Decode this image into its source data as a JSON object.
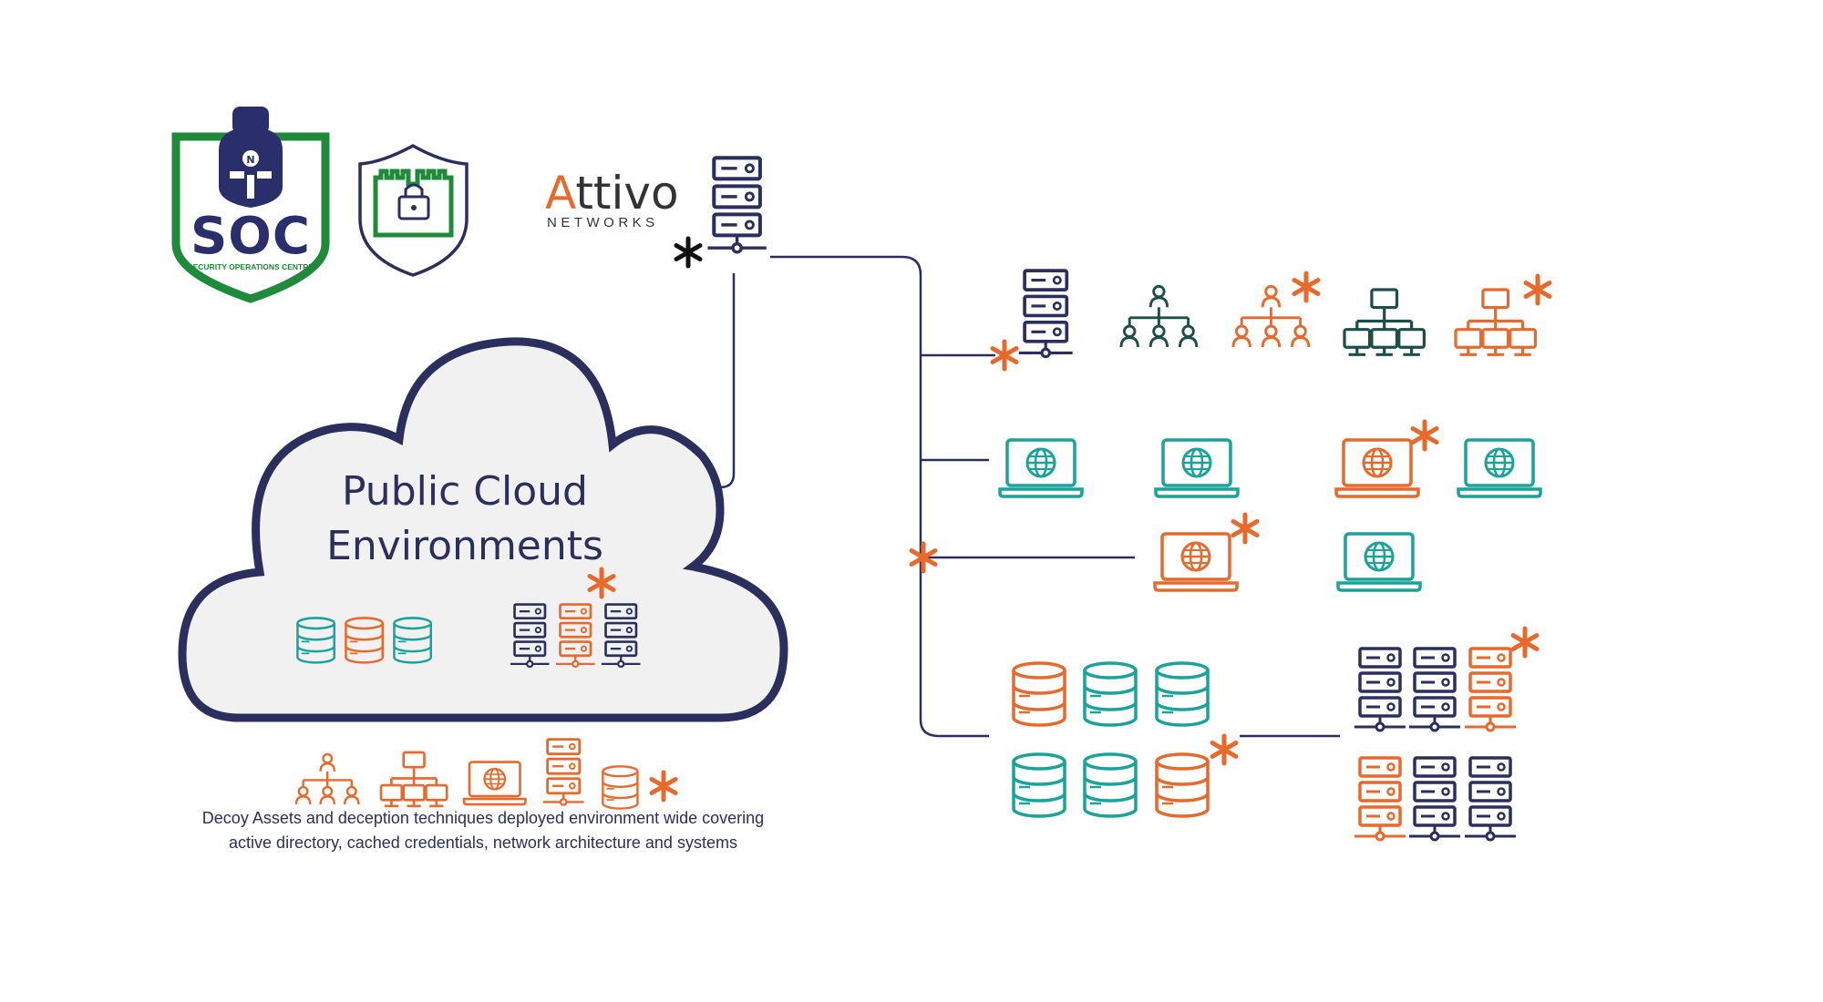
{
  "colors": {
    "navy": "#2b2f5e",
    "orange": "#e8692c",
    "teal": "#1aa39a",
    "dark_teal": "#1c4f4a",
    "green": "#1f8a3a",
    "cloud_fill": "#f1f1f2"
  },
  "logos": {
    "soc_text": "SOC",
    "soc_subtitle": "SECURITY OPERATIONS CENTRE",
    "attivo_first_letter": "A",
    "attivo_rest": "ttivo",
    "attivo_subtitle": "NETWORKS"
  },
  "cloud": {
    "title_line1": "Public Cloud",
    "title_line2": "Environments"
  },
  "caption": {
    "line1": "Decoy Assets and deception techniques deployed environment wide covering",
    "line2": "active directory, cached credentials, network architecture and systems"
  },
  "icons": {
    "server": "server-rack-icon",
    "database": "database-icon",
    "laptop": "laptop-globe-icon",
    "org": "org-chart-users-icon",
    "network": "network-computers-icon",
    "decoy": "asterisk-decoy-icon",
    "shield": "castle-shield-icon"
  }
}
